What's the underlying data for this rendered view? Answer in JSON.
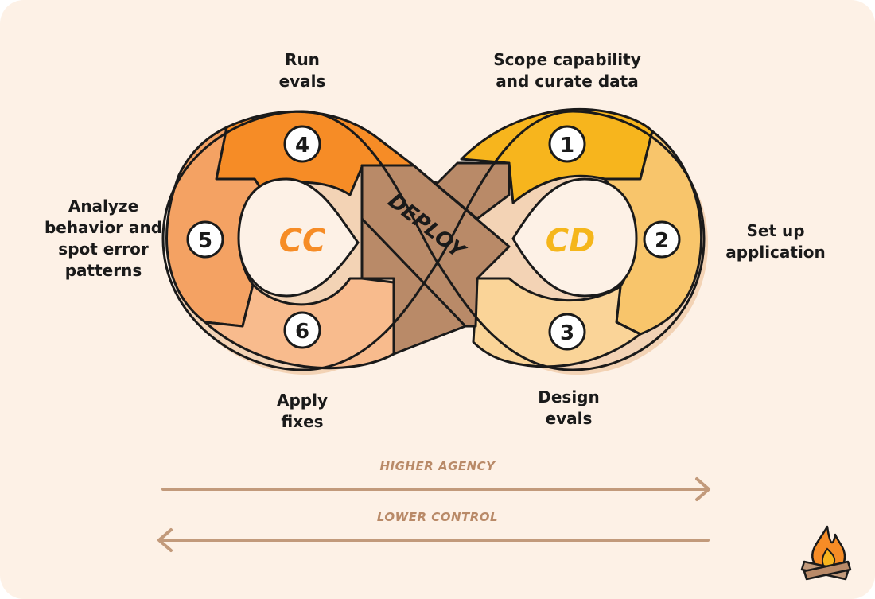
{
  "diagram": {
    "colors": {
      "background": "#fdf1e6",
      "stage_1": "#f7b51d",
      "stage_2": "#f8c56b",
      "stage_3": "#fad498",
      "stage_4": "#f68c26",
      "stage_5": "#f4a263",
      "stage_6": "#f8bb8d",
      "deploy_band": "#b98a68",
      "cc_text": "#f68c26",
      "cd_text": "#f5b61b",
      "arrow": "#c29a7b"
    },
    "loops": {
      "left": "CC",
      "right": "CD"
    },
    "center_label": "DEPLOY",
    "stages": [
      {
        "number": "1",
        "label": "Scope capability\nand curate data"
      },
      {
        "number": "2",
        "label": "Set up\napplication"
      },
      {
        "number": "3",
        "label": "Design\nevals"
      },
      {
        "number": "4",
        "label": "Run\nevals"
      },
      {
        "number": "5",
        "label": "Analyze\nbehavior and\nspot error\npatterns"
      },
      {
        "number": "6",
        "label": "Apply\nfixes"
      }
    ],
    "arrows": {
      "top": {
        "label": "HIGHER AGENCY",
        "direction": "right"
      },
      "bottom": {
        "label": "LOWER CONTROL",
        "direction": "left"
      }
    },
    "logo": "campfire-icon"
  }
}
